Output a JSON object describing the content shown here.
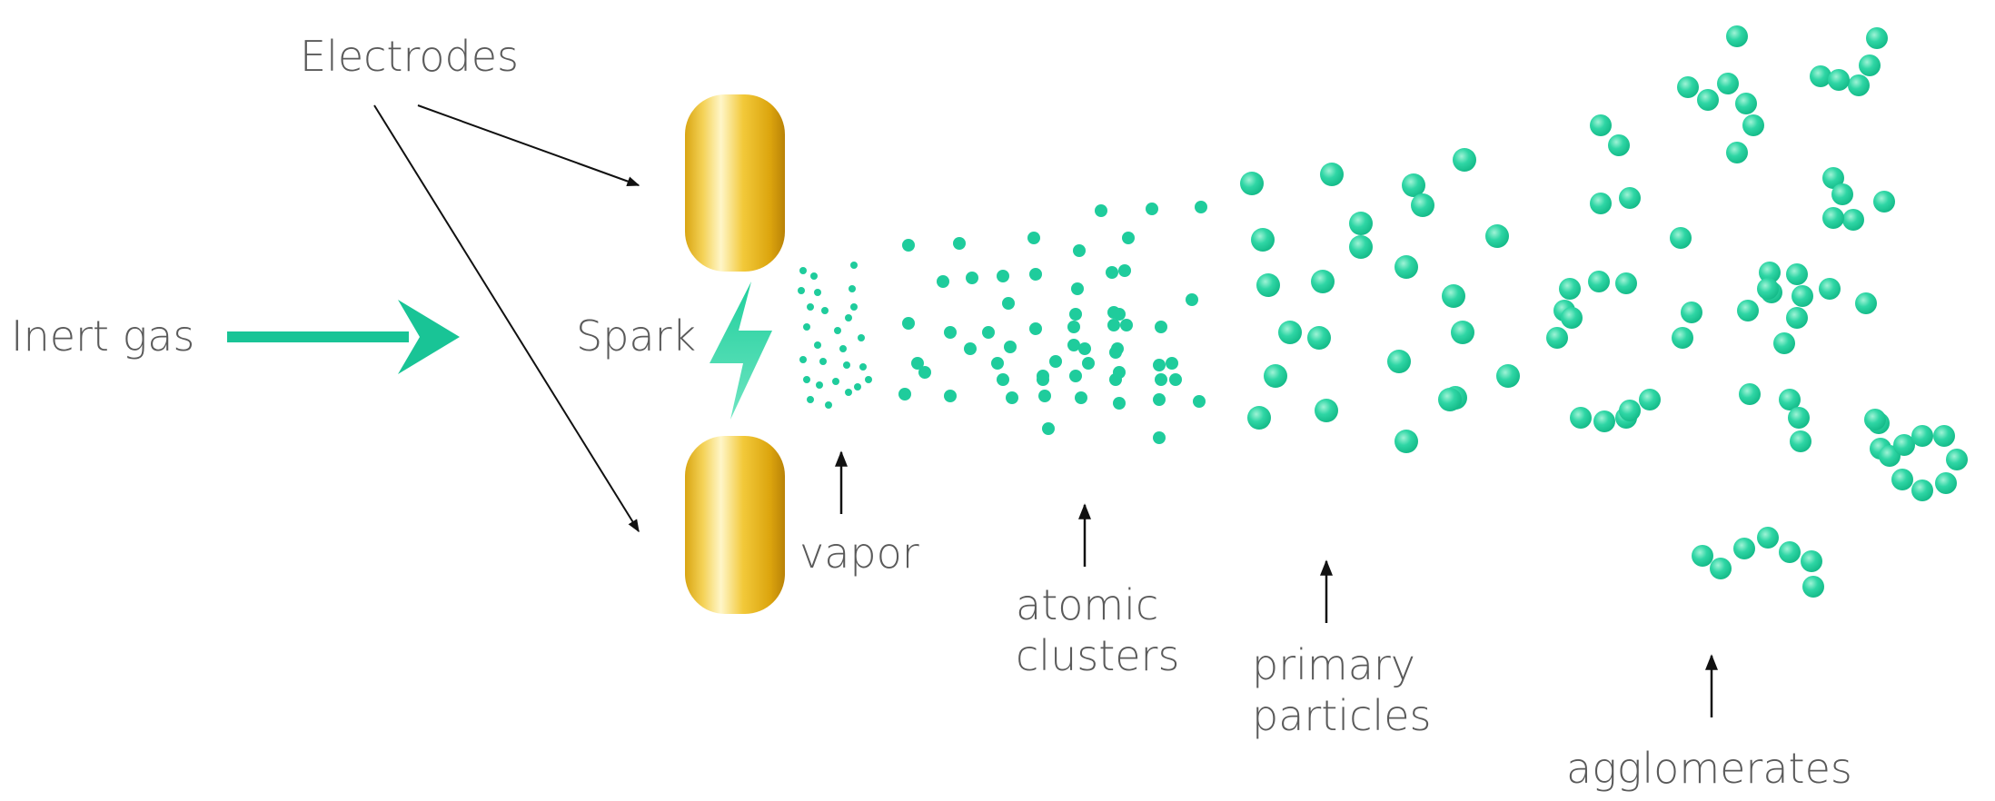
{
  "labels": {
    "electrodes": "Electrodes",
    "inert_gas": "Inert gas",
    "spark": "Spark",
    "vapor": "vapor",
    "atomic_1": "atomic",
    "atomic_2": "clusters",
    "primary_1": "primary",
    "primary_2": "particles",
    "agglomerates": "agglomerates"
  },
  "colors": {
    "particle": "#1fcc9c",
    "arrow": "#19c496",
    "electrode_light": "#fff6c8",
    "electrode_mid": "#f0c631",
    "electrode_dark": "#c9910a",
    "text": "#5a5a5a"
  }
}
